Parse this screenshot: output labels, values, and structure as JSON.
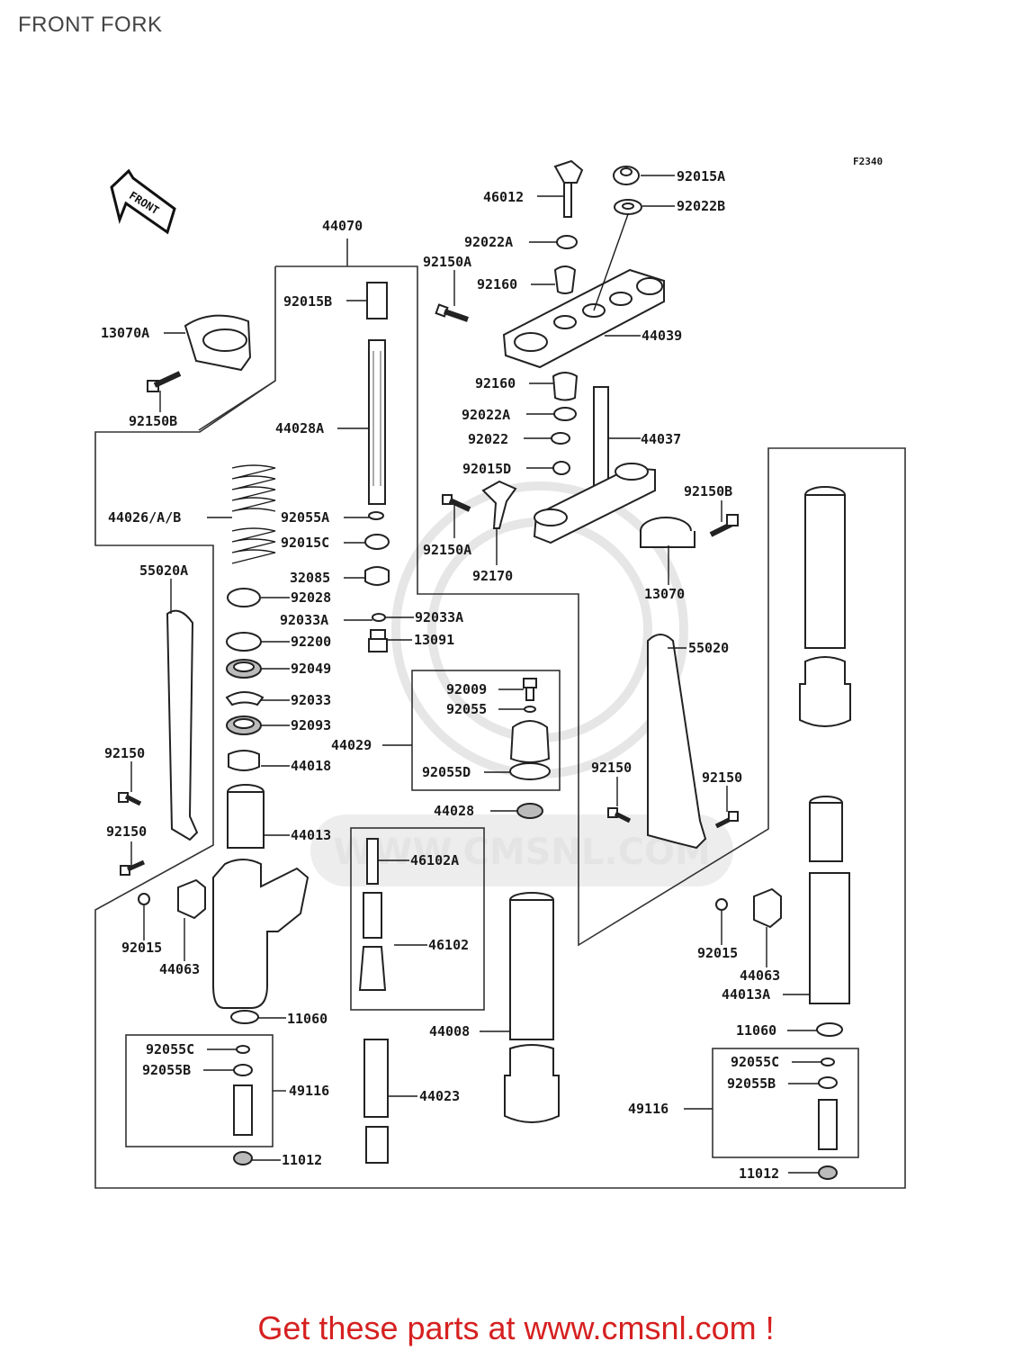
{
  "page": {
    "title": "FRONT FORK",
    "footer": "Get these parts at www.cmsnl.com !"
  },
  "diagram": {
    "code": "F2340",
    "front_tag": "FRONT",
    "watermark": "WWW.CMSNL.COM",
    "labels": {
      "p46012": "46012",
      "p92015A": "92015A",
      "p92022B": "92022B",
      "p44070": "44070",
      "p92022A_1": "92022A",
      "p92150A_1": "92150A",
      "p92160_1": "92160",
      "p92015B": "92015B",
      "p13070A": "13070A",
      "p44039": "44039",
      "p92160_2": "92160",
      "p92150B_1": "92150B",
      "p44028A": "44028A",
      "p92022A_2": "92022A",
      "p92022": "92022",
      "p44037": "44037",
      "p92015D": "92015D",
      "p92150B_2": "92150B",
      "p44026": "44026/A/B",
      "p92055A": "92055A",
      "p92015C": "92015C",
      "p92150A_2": "92150A",
      "p92170": "92170",
      "p55020A": "55020A",
      "p32085": "32085",
      "p13070": "13070",
      "p92028": "92028",
      "p92033A_1": "92033A",
      "p92033A_2": "92033A",
      "p13091": "13091",
      "p55020": "55020",
      "p92200": "92200",
      "p92049": "92049",
      "p92009": "92009",
      "p92055": "92055",
      "p92033": "92033",
      "p92093": "92093",
      "p44029": "44029",
      "p92150_1": "92150",
      "p44018": "44018",
      "p92055D": "92055D",
      "p92150_2": "92150",
      "p92150_3": "92150",
      "p44028": "44028",
      "p92150_4": "92150",
      "p44013": "44013",
      "p46102A": "46102A",
      "p92015_1": "92015",
      "p46102": "46102",
      "p92015_2": "92015",
      "p44063_1": "44063",
      "p44063_2": "44063",
      "p44013A": "44013A",
      "p11060_1": "11060",
      "p44008": "44008",
      "p11060_2": "11060",
      "p92055C_1": "92055C",
      "p92055C_2": "92055C",
      "p92055B_1": "92055B",
      "p92055B_2": "92055B",
      "p49116_1": "49116",
      "p44023": "44023",
      "p49116_2": "49116",
      "p11012_1": "11012",
      "p11012_2": "11012"
    }
  }
}
